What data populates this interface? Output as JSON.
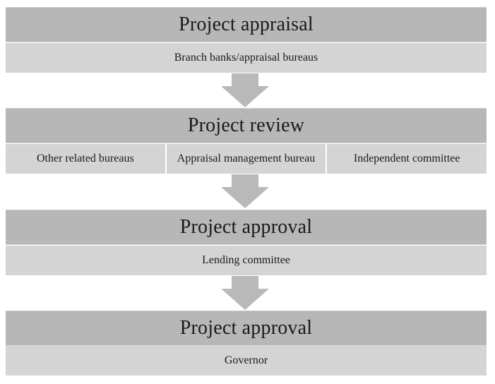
{
  "stages": [
    {
      "title": "Project appraisal",
      "entities": [
        "Branch banks/appraisal bureaus"
      ]
    },
    {
      "title": "Project review",
      "entities": [
        "Other related bureaus",
        "Appraisal management bureau",
        "Independent committee"
      ]
    },
    {
      "title": "Project approval",
      "entities": [
        "Lending committee"
      ]
    },
    {
      "title": "Project approval",
      "entities": [
        "Governor"
      ]
    }
  ],
  "colors": {
    "title_fill": "#b7b7b7",
    "entity_fill": "#d4d4d4",
    "arrow_fill": "#b9b9b9"
  }
}
